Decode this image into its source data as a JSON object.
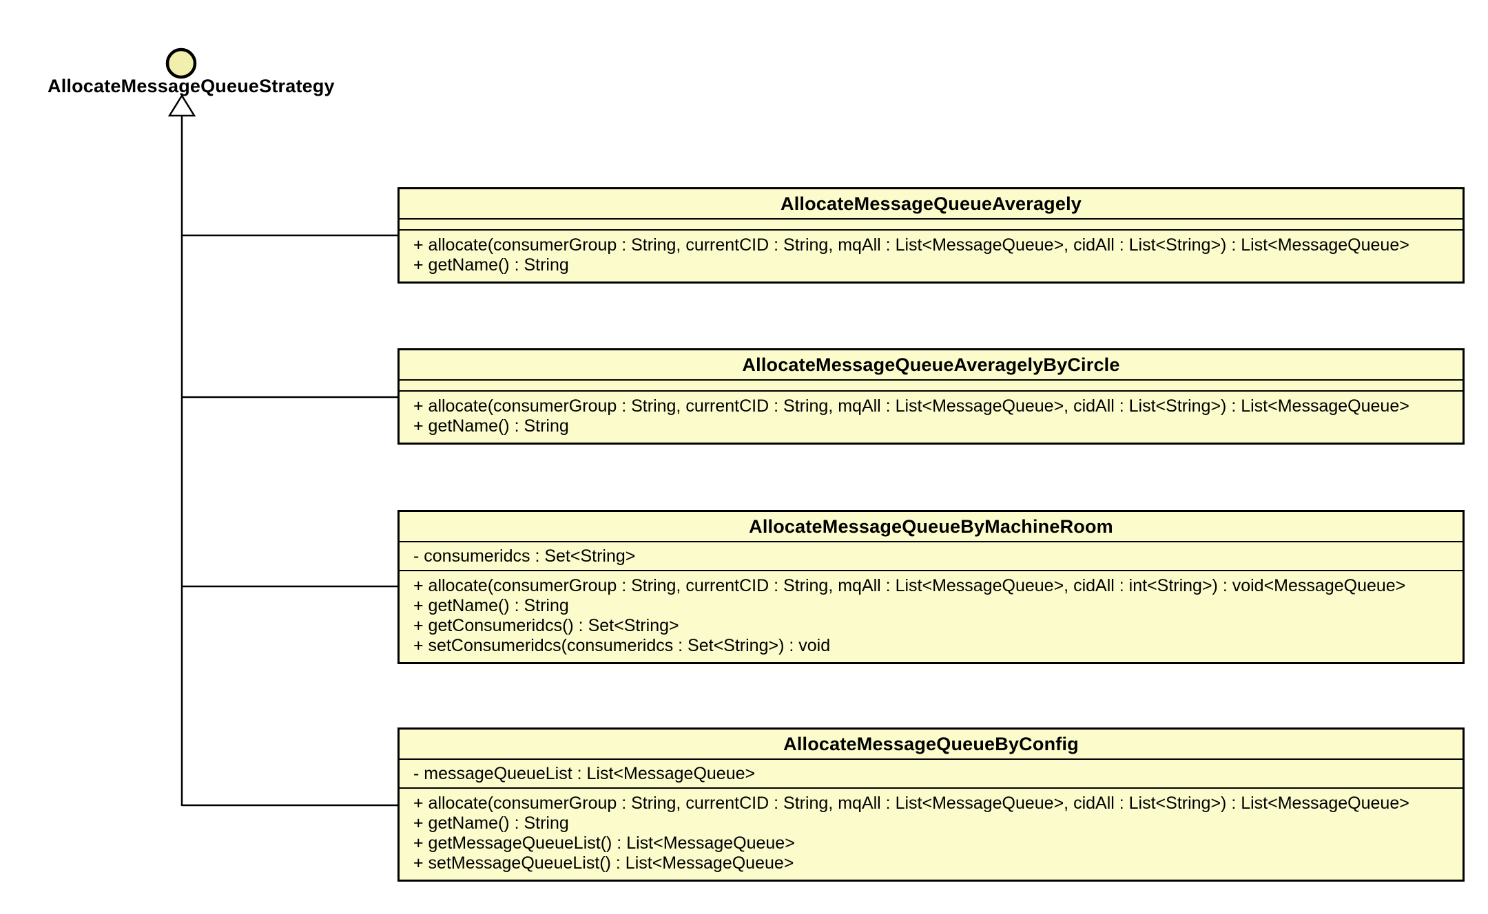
{
  "diagram": {
    "interface": {
      "name": "AllocateMessageQueueStrategy"
    },
    "classes": [
      {
        "name": "AllocateMessageQueueAveragely",
        "attributes": [],
        "methods": [
          "+ allocate(consumerGroup : String, currentCID : String, mqAll : List<MessageQueue>, cidAll : List<String>) : List<MessageQueue>",
          "+ getName() : String"
        ]
      },
      {
        "name": "AllocateMessageQueueAveragelyByCircle",
        "attributes": [],
        "methods": [
          "+ allocate(consumerGroup : String, currentCID : String, mqAll : List<MessageQueue>, cidAll : List<String>) : List<MessageQueue>",
          "+ getName() : String"
        ]
      },
      {
        "name": "AllocateMessageQueueByMachineRoom",
        "attributes": [
          "- consumeridcs : Set<String>"
        ],
        "methods": [
          "+ allocate(consumerGroup : String, currentCID : String, mqAll : List<MessageQueue>, cidAll : int<String>) : void<MessageQueue>",
          "+ getName() : String",
          "+ getConsumeridcs() : Set<String>",
          "+ setConsumeridcs(consumeridcs : Set<String>) : void"
        ]
      },
      {
        "name": "AllocateMessageQueueByConfig",
        "attributes": [
          "- messageQueueList : List<MessageQueue>"
        ],
        "methods": [
          "+ allocate(consumerGroup : String, currentCID : String, mqAll : List<MessageQueue>, cidAll : List<String>) : List<MessageQueue>",
          "+ getName() : String",
          "+ getMessageQueueList() : List<MessageQueue>",
          "+ setMessageQueueList() : List<MessageQueue>"
        ]
      }
    ],
    "relationship": "realization",
    "colors": {
      "class_fill": "#FBFBCB",
      "interface_fill": "#F1EEAE",
      "border": "#000000",
      "background": "#FFFFFF"
    }
  }
}
